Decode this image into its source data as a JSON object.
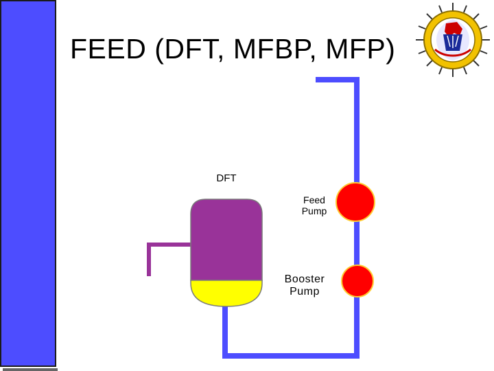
{
  "slide": {
    "title": "FEED (DFT, MFBP, MFP)"
  },
  "diagram": {
    "labels": {
      "dft": "DFT",
      "feed_pump": "Feed\nPump",
      "booster_pump": "Booster\nPump"
    },
    "colors": {
      "pipe": "#4d4dff",
      "tank_body": "#993399",
      "tank_water": "#ffff00",
      "pump_fill": "#ff0000",
      "pump_outline": "#ffcc33",
      "sidebar": "#4d4dff"
    }
  },
  "emblem": {
    "icon": "naval-seal-icon"
  }
}
